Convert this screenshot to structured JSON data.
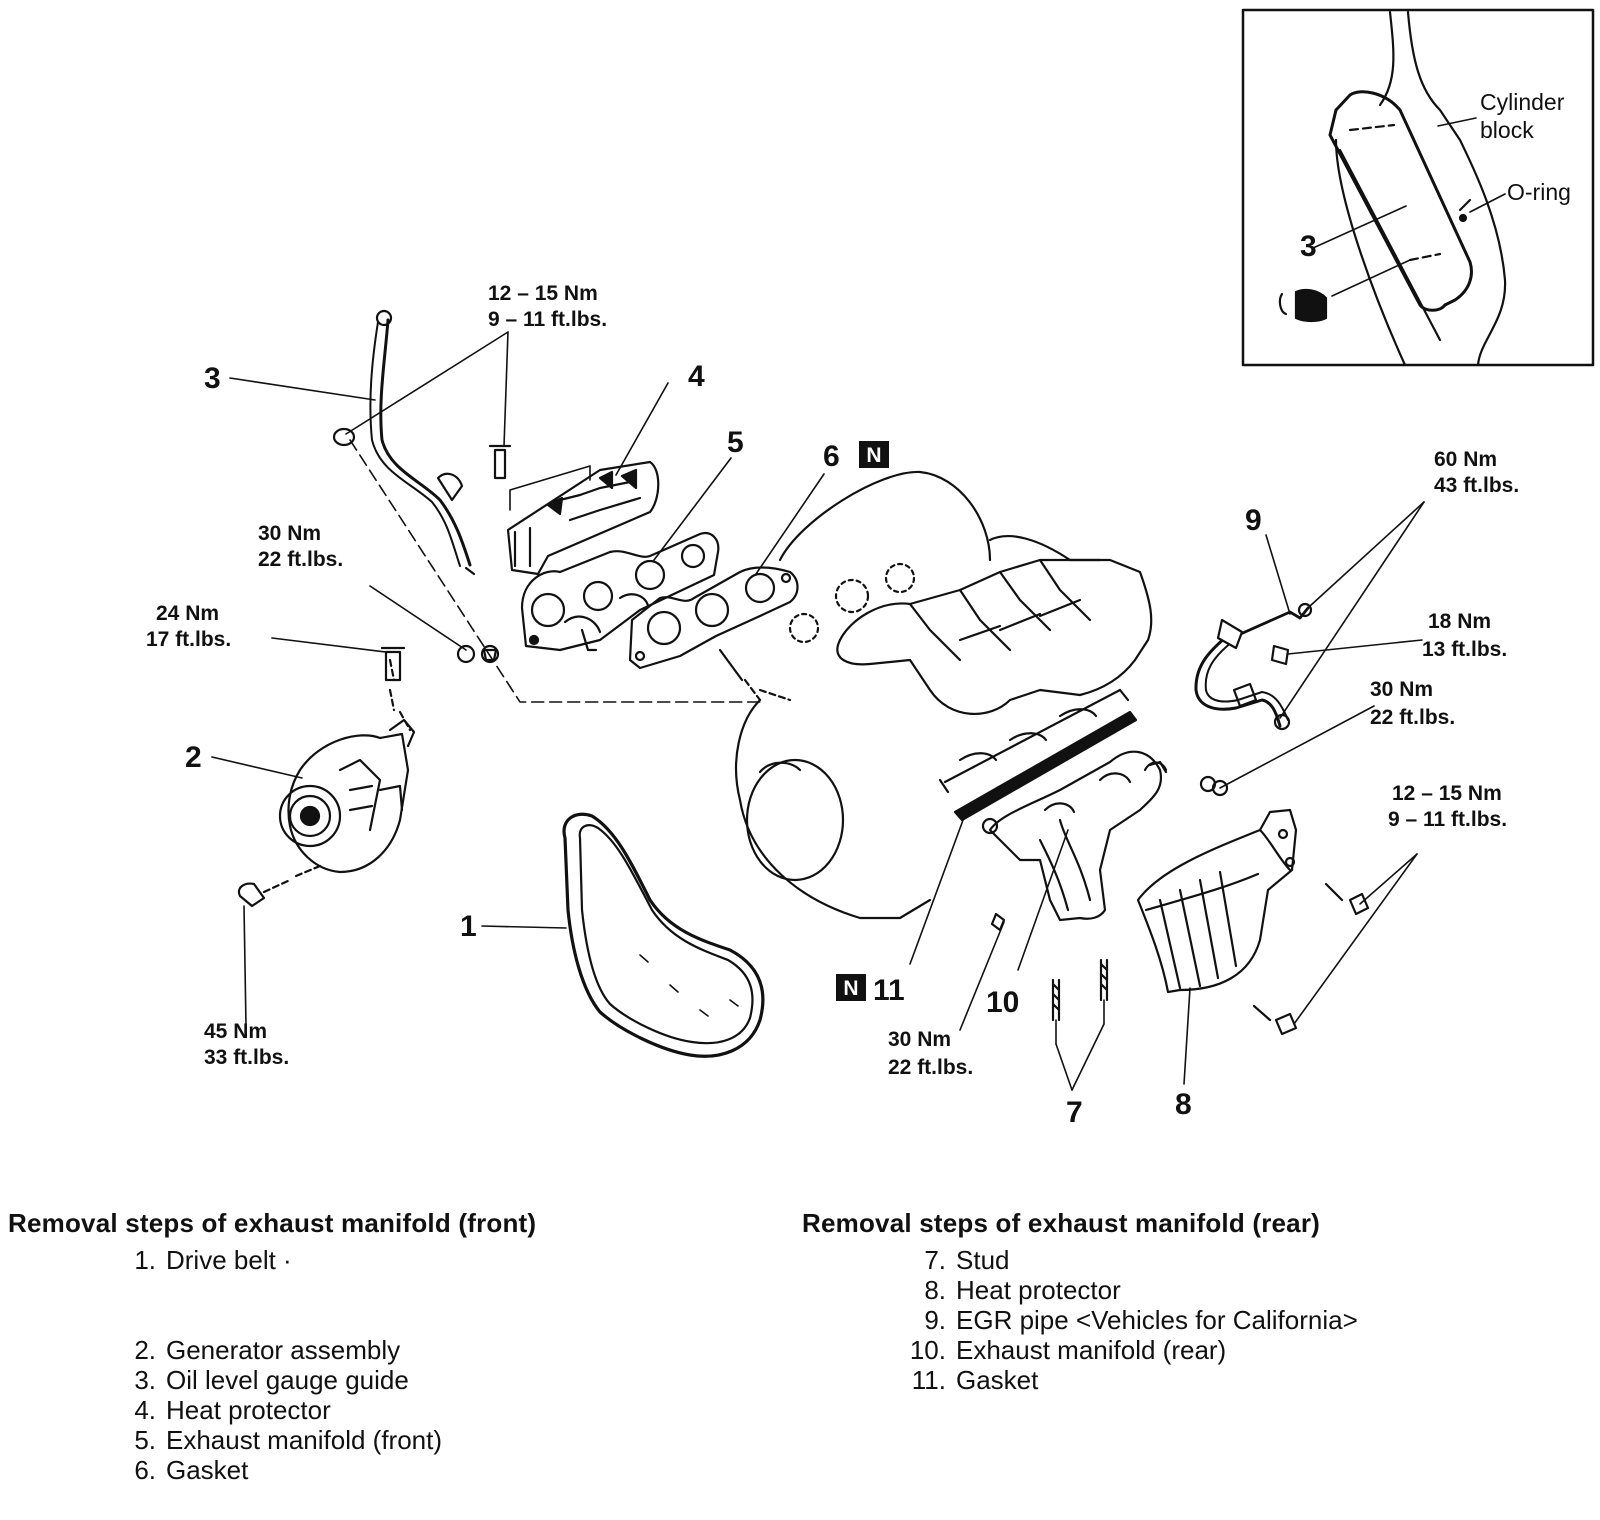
{
  "inset": {
    "part_number": "3",
    "cylinder_block_line1": "Cylinder",
    "cylinder_block_line2": "block",
    "o_ring": "O-ring"
  },
  "callouts": {
    "p1": "1",
    "p2": "2",
    "p3": "3",
    "p4": "4",
    "p5": "5",
    "p6": "6",
    "p7": "7",
    "p8": "8",
    "p9": "9",
    "p10": "10",
    "p11": "11",
    "n_mark": "N"
  },
  "torques": {
    "t12_15_top": {
      "nm": "12 – 15 Nm",
      "ft": "9 – 11 ft.lbs."
    },
    "t30_left": {
      "nm": "30 Nm",
      "ft": "22 ft.lbs."
    },
    "t24": {
      "nm": "24 Nm",
      "ft": "17 ft.lbs."
    },
    "t45": {
      "nm": "45 Nm",
      "ft": "33 ft.lbs."
    },
    "t60": {
      "nm": "60 Nm",
      "ft": "43 ft.lbs."
    },
    "t18": {
      "nm": "18 Nm",
      "ft": "13 ft.lbs."
    },
    "t30_right": {
      "nm": "30 Nm",
      "ft": "22 ft.lbs."
    },
    "t12_15_right": {
      "nm": "12 – 15 Nm",
      "ft": "9 – 11 ft.lbs."
    },
    "t30_bottom": {
      "nm": "30 Nm",
      "ft": "22 ft.lbs."
    }
  },
  "front_steps": {
    "title": "Removal steps of exhaust manifold (front)",
    "items": [
      {
        "num": "1.",
        "text": "Drive belt ·"
      },
      {
        "num": "2.",
        "text": "Generator assembly"
      },
      {
        "num": "3.",
        "text": "Oil level gauge guide"
      },
      {
        "num": "4.",
        "text": "Heat protector"
      },
      {
        "num": "5.",
        "text": "Exhaust manifold (front)"
      },
      {
        "num": "6.",
        "text": "Gasket"
      }
    ]
  },
  "rear_steps": {
    "title": "Removal steps of exhaust manifold (rear)",
    "items": [
      {
        "num": "7.",
        "text": "Stud"
      },
      {
        "num": "8.",
        "text": "Heat protector"
      },
      {
        "num": "9.",
        "text": "EGR pipe <Vehicles for California>"
      },
      {
        "num": "10.",
        "text": "Exhaust manifold (rear)"
      },
      {
        "num": "11.",
        "text": "Gasket"
      }
    ]
  }
}
